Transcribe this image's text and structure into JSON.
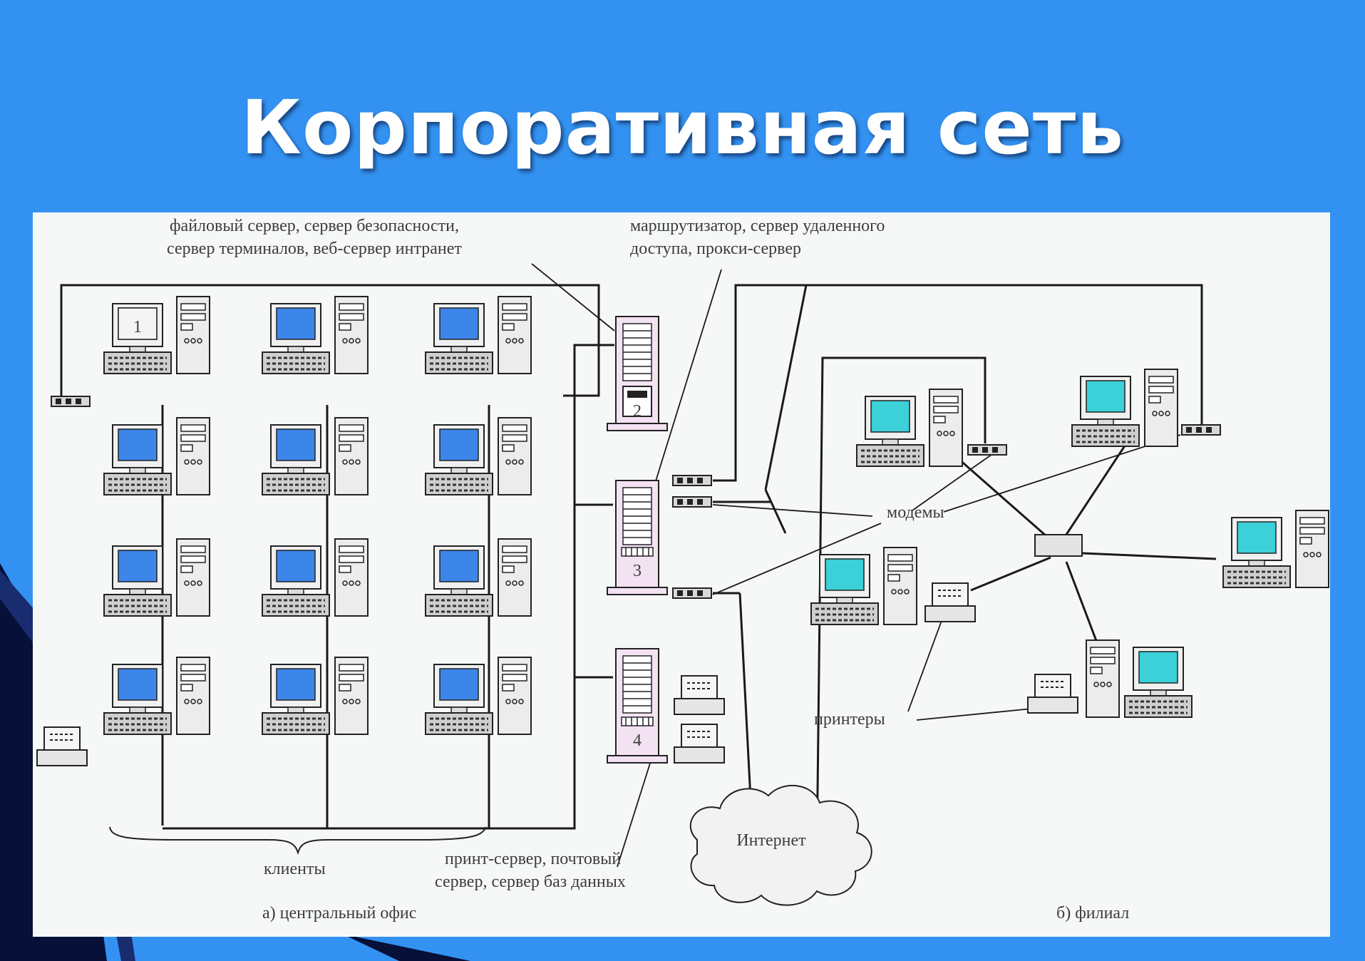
{
  "title": "Корпоративная сеть",
  "colors": {
    "background": "#3392f1",
    "panel": "#f6f8f8",
    "office_screen": "#3c86ea",
    "branch_screen": "#3cd0d8",
    "server_fill": "#f3e2f2"
  },
  "labels": {
    "file_server_line1": "файловый сервер, сервер безопасности,",
    "file_server_line2": "сервер терминалов, веб-сервер интранет",
    "router_line1": "маршрутизатор, сервер удаленного",
    "router_line2": "доступа, прокси-сервер",
    "modems": "модемы",
    "printers": "принтеры",
    "internet": "Интернет",
    "clients": "клиенты",
    "print_server_line1": "принт-сервер, почтовый",
    "print_server_line2": "сервер, сервер баз данных",
    "central_office": "а)  центральный офис",
    "branch": "б) филиал"
  },
  "numbers": {
    "n1": "1",
    "n2": "2",
    "n3": "3",
    "n4": "4"
  },
  "icons": [
    "workstation-icon",
    "server-icon",
    "modem-icon",
    "printer-icon",
    "hub-icon",
    "cloud-icon"
  ]
}
